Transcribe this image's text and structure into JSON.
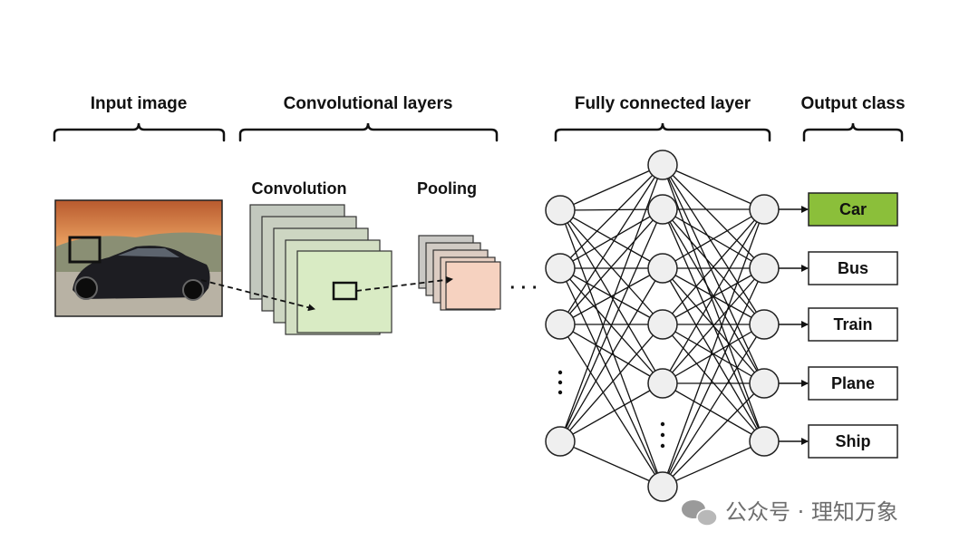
{
  "sections": {
    "input": "Input image",
    "conv": "Convolutional layers",
    "fc": "Fully connected layer",
    "output": "Output class"
  },
  "conv_labels": {
    "convolution": "Convolution",
    "pooling": "Pooling"
  },
  "output_classes": [
    {
      "label": "Car",
      "highlighted": true
    },
    {
      "label": "Bus",
      "highlighted": false
    },
    {
      "label": "Train",
      "highlighted": false
    },
    {
      "label": "Plane",
      "highlighted": false
    },
    {
      "label": "Ship",
      "highlighted": false
    }
  ],
  "ellipsis": "· · ·",
  "watermark": "公众号 · 理知万象",
  "colors": {
    "highlight": "#8bbf3a",
    "conv_front": "#d9ebc4",
    "pool_front": "#f6d2c0",
    "node_fill": "#efefef",
    "line": "#111111"
  }
}
